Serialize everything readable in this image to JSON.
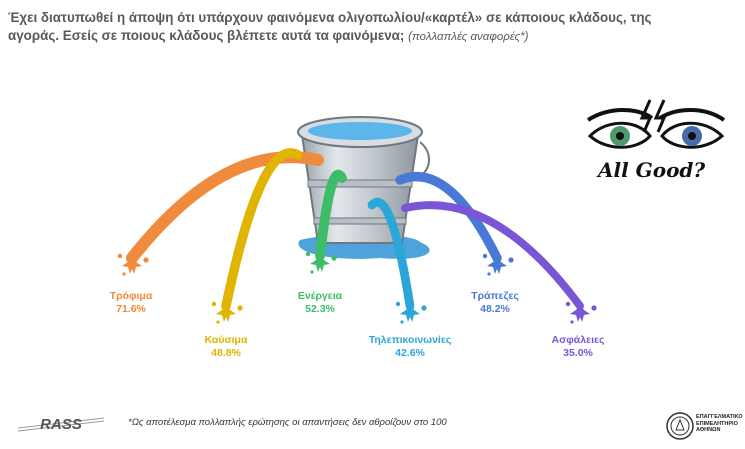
{
  "title": {
    "main": "Έχει διατυπωθεί η άποψη ότι υπάρχουν φαινόμενα ολιγοπωλίου/«καρτέλ» σε κάποιους κλάδους, της αγοράς. Εσείς σε ποιους κλάδους βλέπετε αυτά τα φαινόμενα;",
    "note": "(πολλαπλές αναφορές*)"
  },
  "footnote": "*Ως αποτέλεσμα πολλαπλής ερώτησης οι απαντήσεις δεν αθροίζουν στο 100",
  "logo_text": "RASS",
  "seal_text": "ΕΠΑΓΓΕΛΜΑΤΙΚΟ ΕΠΙΜΕΛΗΤΗΡΙΟ ΑΘΗΝΩΝ",
  "illustration_text": "All Good?",
  "chart_data": {
    "type": "bar",
    "categories": [
      "Τρόφιμα",
      "Καύσιμα",
      "Ενέργεια",
      "Τηλεπικοινωνίες",
      "Τράπεζες",
      "Ασφάλειες"
    ],
    "values": [
      71.6,
      48.8,
      52.3,
      42.6,
      48.2,
      35.0
    ],
    "value_labels": [
      "71.6%",
      "48.8%",
      "52.3%",
      "42.6%",
      "48.2%",
      "35.0%"
    ],
    "colors": [
      "#f08a3c",
      "#e0b400",
      "#3dbd6a",
      "#2aa7d8",
      "#4a78d6",
      "#7a56d6"
    ],
    "title": "",
    "xlabel": "",
    "ylabel": ""
  }
}
